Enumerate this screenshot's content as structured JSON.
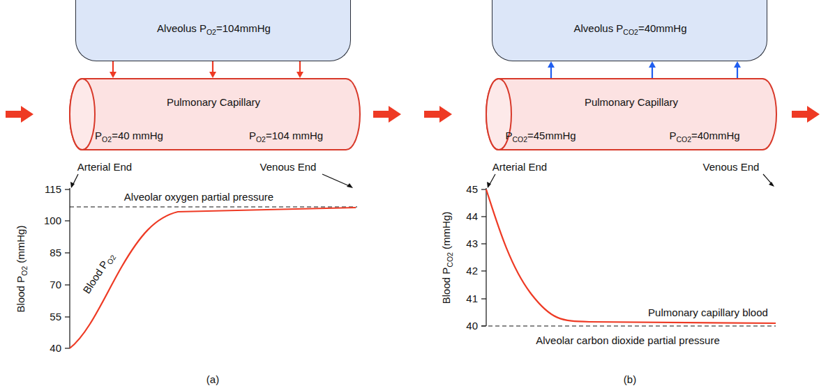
{
  "diagram": {
    "nodes": [
      {
        "text": [
          "Alveolus PO2=104mmHg"
        ]
      },
      {
        "text": [
          "Pulmonary Capillary",
          "PO2=40 mmHg",
          "PO2=104 mmHg"
        ]
      },
      {
        "text": [
          "Alveolus PCO2=40mmHg"
        ]
      },
      {
        "text": [
          "Pulmonary Capillary",
          "PCO2=45mmHg",
          "PCO2=40mmHg"
        ]
      }
    ],
    "edges": [
      {
        "from": 0,
        "to": 1,
        "arrow": "to"
      },
      {
        "from": 0,
        "to": 1,
        "arrow": "to"
      },
      {
        "from": 0,
        "to": 1,
        "arrow": "to"
      },
      {
        "from": 3,
        "to": 2,
        "arrow": "to"
      },
      {
        "from": 3,
        "to": 2,
        "arrow": "to"
      },
      {
        "from": 3,
        "to": 2,
        "arrow": "to"
      }
    ],
    "labels": [
      "Arterial End",
      "Venous End",
      "115",
      "100",
      "85",
      "70",
      "55",
      "40",
      "Blood PO2 (mmHg)",
      "Alveolar oxygen partial pressure",
      "Blood PO2",
      "(a)",
      "Arterial End",
      "Venous End",
      "45",
      "44",
      "43",
      "42",
      "41",
      "40",
      "Blood PCO2 (mmHg)",
      "Pulmonary capillary blood",
      "Alveolar carbon dioxide partial pressure",
      "(b)"
    ]
  }
}
